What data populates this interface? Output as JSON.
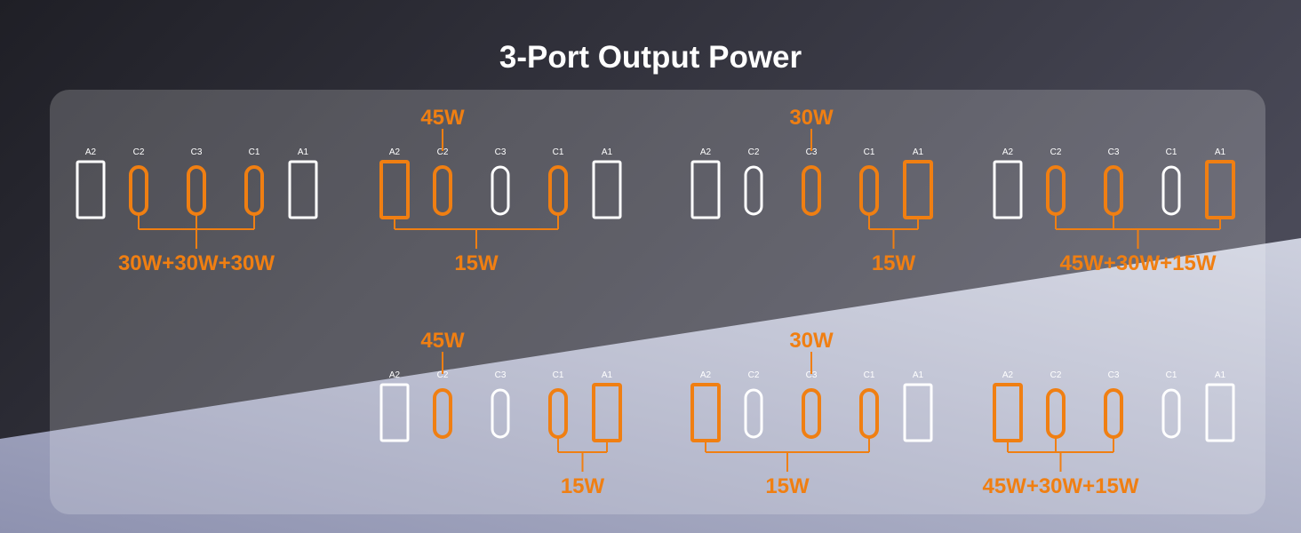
{
  "title": "3-Port Output Power",
  "colors": {
    "active": "#f07f12",
    "idle": "#ffffff",
    "bg_dark": "#23232a",
    "bg_light": "#a9aec6"
  },
  "configurations": [
    {
      "ports": [
        {
          "label": "A2",
          "type": "usb-a",
          "active": false
        },
        {
          "label": "C2",
          "type": "usb-c",
          "active": true
        },
        {
          "label": "C3",
          "type": "usb-c",
          "active": true
        },
        {
          "label": "C1",
          "type": "usb-c",
          "active": true
        },
        {
          "label": "A1",
          "type": "usb-a",
          "active": false
        }
      ],
      "top_label": "",
      "top_port": "",
      "bottom_label": "30W+30W+30W",
      "bottom_ports": [
        "C2",
        "C3",
        "C1"
      ]
    },
    {
      "ports": [
        {
          "label": "A2",
          "type": "usb-a",
          "active": true
        },
        {
          "label": "C2",
          "type": "usb-c",
          "active": true
        },
        {
          "label": "C3",
          "type": "usb-c",
          "active": false
        },
        {
          "label": "C1",
          "type": "usb-c",
          "active": true
        },
        {
          "label": "A1",
          "type": "usb-a",
          "active": false
        }
      ],
      "top_label": "45W",
      "top_port": "C2",
      "bottom_label": "15W",
      "bottom_ports": [
        "A2",
        "C1"
      ]
    },
    {
      "ports": [
        {
          "label": "A2",
          "type": "usb-a",
          "active": false
        },
        {
          "label": "C2",
          "type": "usb-c",
          "active": false
        },
        {
          "label": "C3",
          "type": "usb-c",
          "active": true
        },
        {
          "label": "C1",
          "type": "usb-c",
          "active": true
        },
        {
          "label": "A1",
          "type": "usb-a",
          "active": true
        }
      ],
      "top_label": "30W",
      "top_port": "C3",
      "bottom_label": "15W",
      "bottom_ports": [
        "C1",
        "A1"
      ]
    },
    {
      "ports": [
        {
          "label": "A2",
          "type": "usb-a",
          "active": false
        },
        {
          "label": "C2",
          "type": "usb-c",
          "active": true
        },
        {
          "label": "C3",
          "type": "usb-c",
          "active": true
        },
        {
          "label": "C1",
          "type": "usb-c",
          "active": false
        },
        {
          "label": "A1",
          "type": "usb-a",
          "active": true
        }
      ],
      "top_label": "",
      "top_port": "",
      "bottom_label": "45W+30W+15W",
      "bottom_ports": [
        "C2",
        "C3",
        "A1"
      ]
    },
    {
      "ports": [
        {
          "label": "A2",
          "type": "usb-a",
          "active": false
        },
        {
          "label": "C2",
          "type": "usb-c",
          "active": true
        },
        {
          "label": "C3",
          "type": "usb-c",
          "active": false
        },
        {
          "label": "C1",
          "type": "usb-c",
          "active": true
        },
        {
          "label": "A1",
          "type": "usb-a",
          "active": true
        }
      ],
      "top_label": "45W",
      "top_port": "C2",
      "bottom_label": "15W",
      "bottom_ports": [
        "C1",
        "A1"
      ]
    },
    {
      "ports": [
        {
          "label": "A2",
          "type": "usb-a",
          "active": true
        },
        {
          "label": "C2",
          "type": "usb-c",
          "active": false
        },
        {
          "label": "C3",
          "type": "usb-c",
          "active": true
        },
        {
          "label": "C1",
          "type": "usb-c",
          "active": true
        },
        {
          "label": "A1",
          "type": "usb-a",
          "active": false
        }
      ],
      "top_label": "30W",
      "top_port": "C3",
      "bottom_label": "15W",
      "bottom_ports": [
        "A2",
        "C1"
      ]
    },
    {
      "ports": [
        {
          "label": "A2",
          "type": "usb-a",
          "active": true
        },
        {
          "label": "C2",
          "type": "usb-c",
          "active": true
        },
        {
          "label": "C3",
          "type": "usb-c",
          "active": true
        },
        {
          "label": "C1",
          "type": "usb-c",
          "active": false
        },
        {
          "label": "A1",
          "type": "usb-a",
          "active": false
        }
      ],
      "top_label": "",
      "top_port": "",
      "bottom_label": "45W+30W+15W",
      "bottom_ports": [
        "A2",
        "C2",
        "C3"
      ]
    }
  ]
}
